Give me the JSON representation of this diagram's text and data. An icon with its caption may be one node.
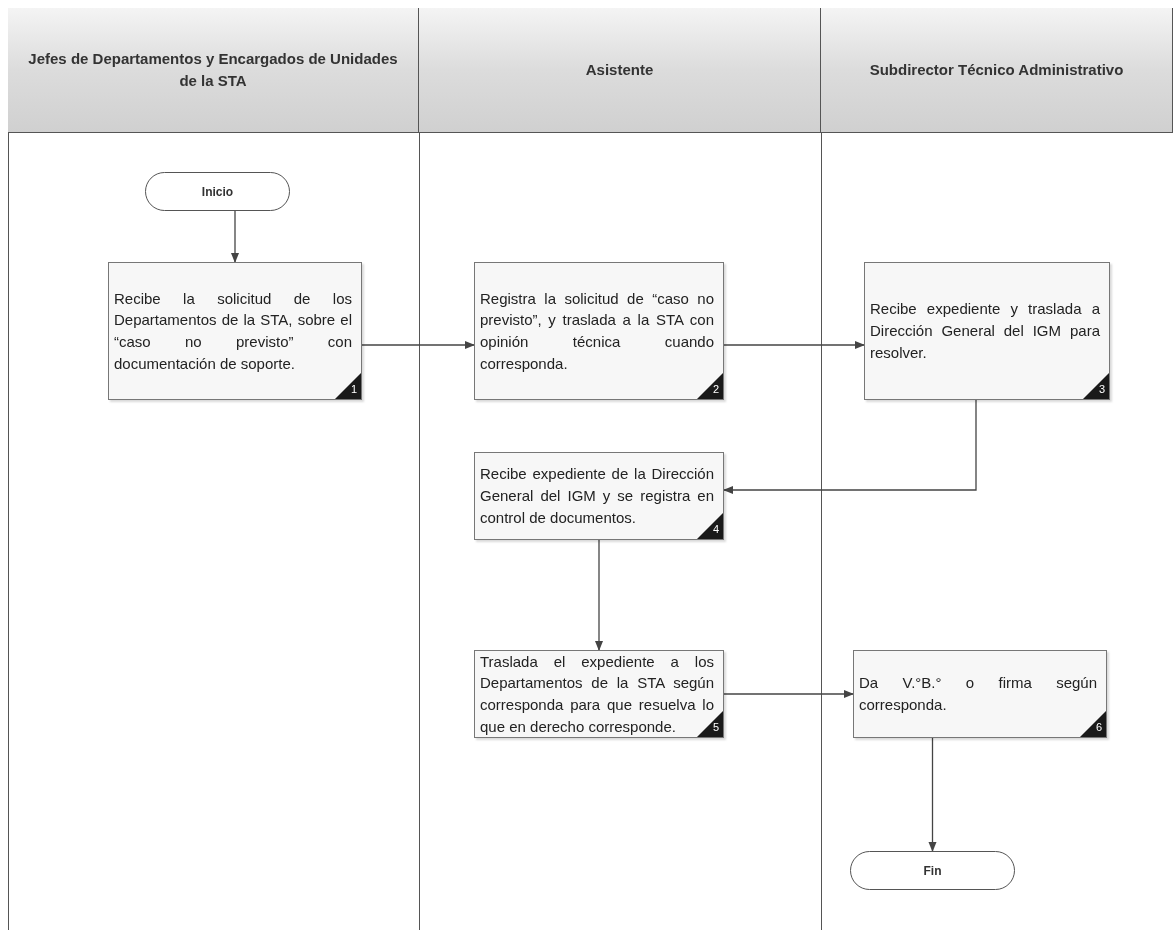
{
  "diagram": {
    "nodes": [
      {
        "text": [
          "Jefes de Departamentos y Encargados de Unidades de la STA"
        ]
      },
      {
        "text": [
          "Asistente"
        ]
      },
      {
        "text": [
          "Subdirector Técnico Administrativo"
        ]
      },
      {
        "text": [
          "Inicio"
        ]
      },
      {
        "text": [
          "Recibe la solicitud de los Departamentos de la STA, sobre el “caso no previsto” con documentación de soporte.",
          "1"
        ]
      },
      {
        "text": [
          "Registra la solicitud de “caso no previsto”, y traslada a la STA con opinión técnica cuando corresponda.",
          "2"
        ]
      },
      {
        "text": [
          "Recibe expediente y traslada a Dirección General del IGM para resolver.",
          "3"
        ]
      },
      {
        "text": [
          "Recibe expediente de la Dirección General del IGM y se registra en control de documentos.",
          "4"
        ]
      },
      {
        "text": [
          "Traslada el expediente a los Departamentos de la STA según corresponda para que resuelva lo que en derecho corresponde.",
          "5"
        ]
      },
      {
        "text": [
          "Da V.°B.° o firma según corresponda.",
          "6"
        ]
      },
      {
        "text": [
          "Fin"
        ]
      }
    ],
    "edges": [
      {
        "from": 3,
        "to": 4,
        "arrow": "to"
      },
      {
        "from": 4,
        "to": 5,
        "arrow": "to"
      },
      {
        "from": 5,
        "to": 6,
        "arrow": "to"
      },
      {
        "from": 6,
        "to": 7,
        "arrow": "to"
      },
      {
        "from": 7,
        "to": 8,
        "arrow": "to"
      },
      {
        "from": 8,
        "to": 9,
        "arrow": "to"
      },
      {
        "from": 9,
        "to": 10,
        "arrow": "to"
      }
    ]
  }
}
